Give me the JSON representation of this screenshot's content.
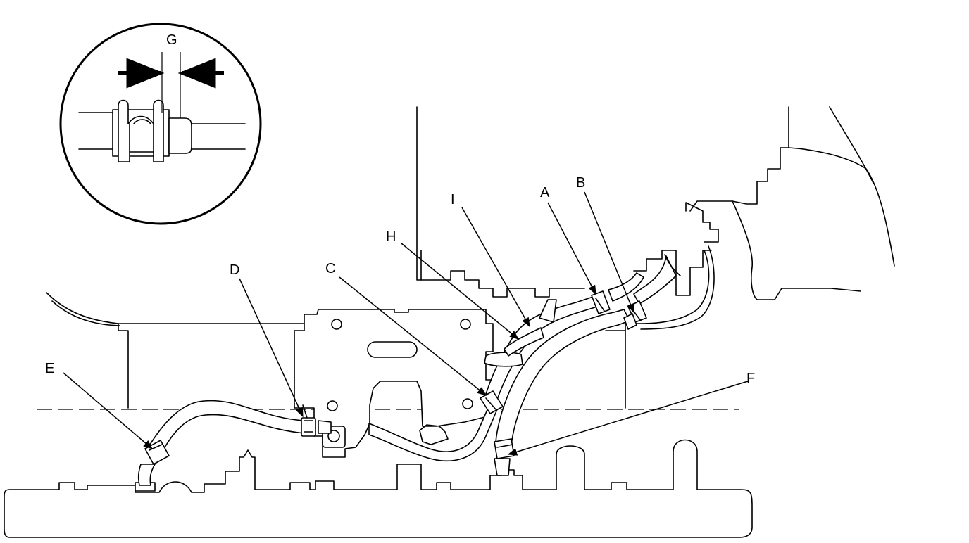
{
  "labels": {
    "A": "A",
    "B": "B",
    "C": "C",
    "D": "D",
    "E": "E",
    "F": "F",
    "G": "G",
    "H": "H",
    "I": "I"
  }
}
